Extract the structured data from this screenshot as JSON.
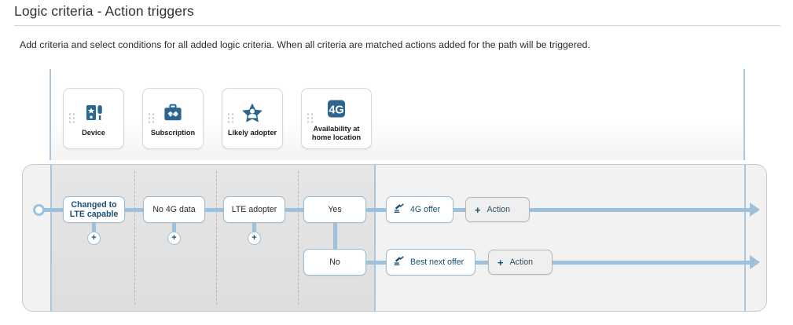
{
  "header": {
    "title": "Logic criteria - Action triggers",
    "subtitle": "Add criteria and select conditions for all added logic criteria. When all criteria are matched actions added for the path will be triggered."
  },
  "colors": {
    "accent_blue": "#9cc1dd",
    "icon_blue": "#2b6590",
    "text_blue": "#1b4f72",
    "zone_gray": "#e2e2e2",
    "container_gray": "#f2f2f2"
  },
  "criteria_tray": {
    "cards": [
      {
        "label": "Device",
        "icon": "device-icon",
        "grip": "drag-handle-icon"
      },
      {
        "label": "Subscription",
        "icon": "briefcase-handshake-icon",
        "grip": "drag-handle-icon"
      },
      {
        "label": "Likely adopter",
        "icon": "star-person-icon",
        "grip": "drag-handle-icon"
      },
      {
        "label": "Availability at\nhome location",
        "icon": "4g-icon",
        "grip": "drag-handle-icon",
        "icon_text": "4G"
      }
    ]
  },
  "flow": {
    "start_node": "start-circle",
    "criteria_nodes": [
      {
        "label": "Changed to LTE capable",
        "add_label": "+"
      },
      {
        "label": "No 4G data",
        "add_label": "+"
      },
      {
        "label": "LTE adopter",
        "add_label": "+"
      }
    ],
    "decision_nodes": [
      {
        "label": "Yes"
      },
      {
        "label": "No"
      }
    ],
    "offer_nodes": [
      {
        "label": "4G offer",
        "icon": "gavel-icon"
      },
      {
        "label": "Best next offer",
        "icon": "gavel-icon"
      }
    ],
    "action_nodes": [
      {
        "label": "Action",
        "plus": "+"
      },
      {
        "label": "Action",
        "plus": "+"
      }
    ]
  }
}
